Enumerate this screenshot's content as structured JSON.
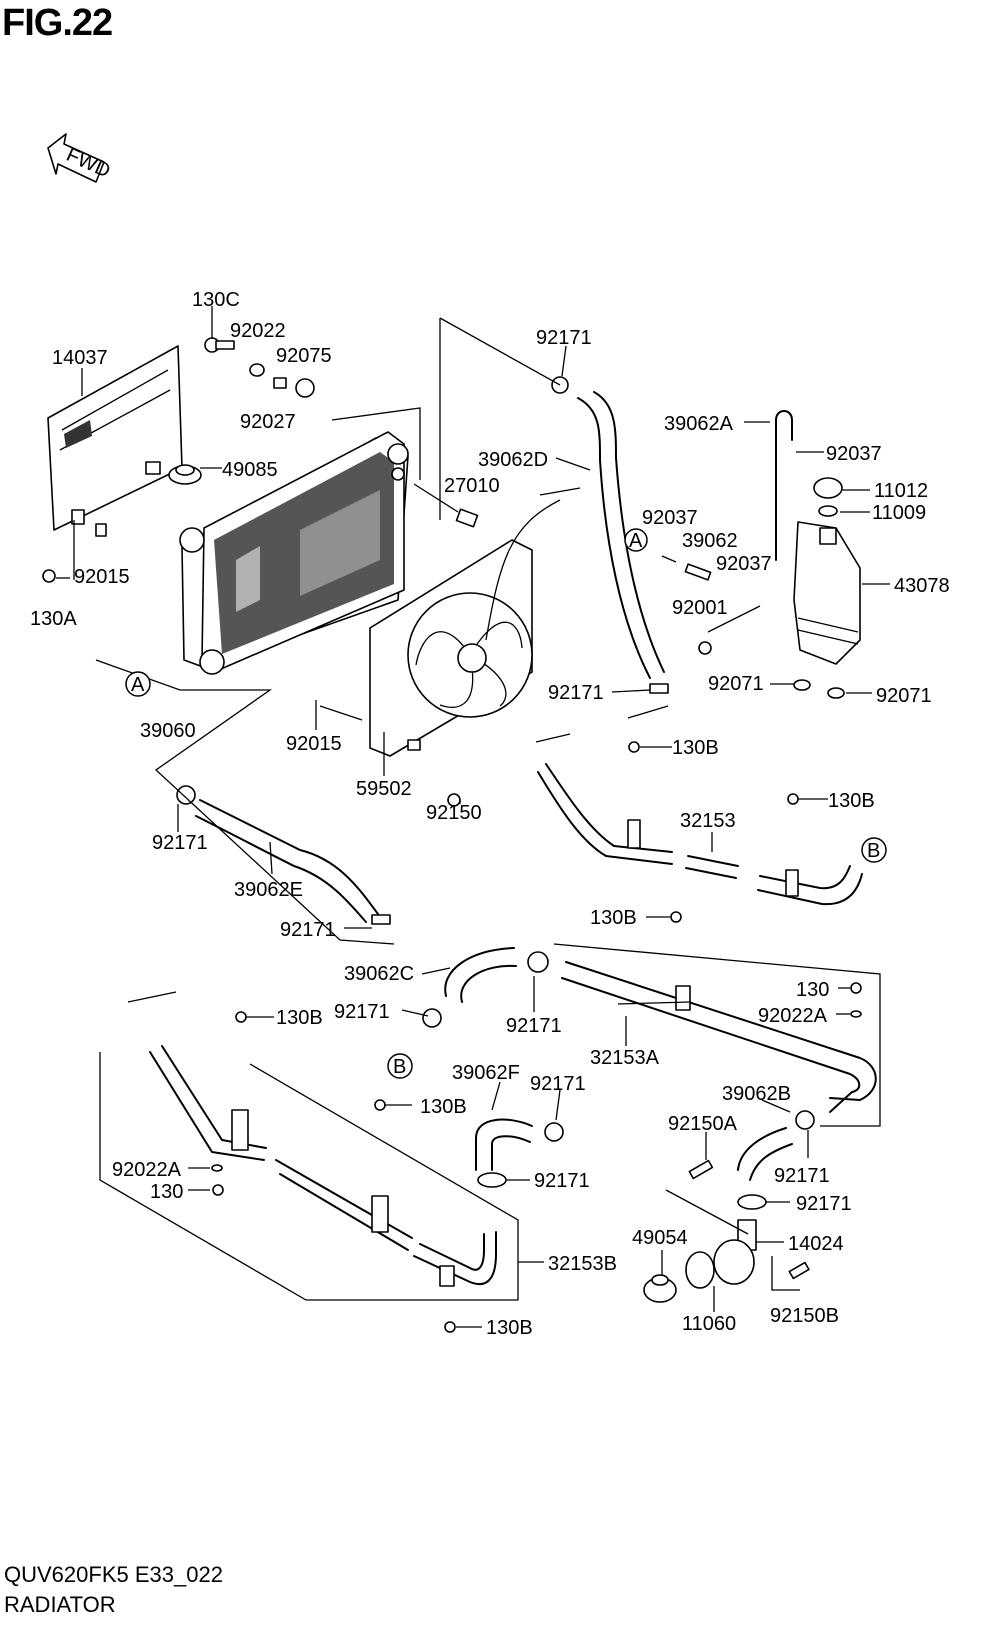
{
  "figure": {
    "title": "FIG.22",
    "fwd_label": "FWD",
    "model_code": "QUV620FK5 E33_022",
    "section_name": "RADIATOR"
  },
  "parts": [
    "130C",
    "92022",
    "92075",
    "14037",
    "92027",
    "49085",
    "27010",
    "92171",
    "39062D",
    "39062A",
    "92037",
    "11012",
    "11009",
    "39062",
    "43078",
    "92001",
    "92071",
    "92015",
    "130A",
    "39060",
    "59502",
    "92150",
    "130B",
    "32153",
    "39062E",
    "39062C",
    "130",
    "92022A",
    "32153A",
    "39062F",
    "39062B",
    "92150A",
    "14024",
    "49054",
    "11060",
    "92150B",
    "32153B"
  ],
  "callouts": [
    "A",
    "B"
  ]
}
